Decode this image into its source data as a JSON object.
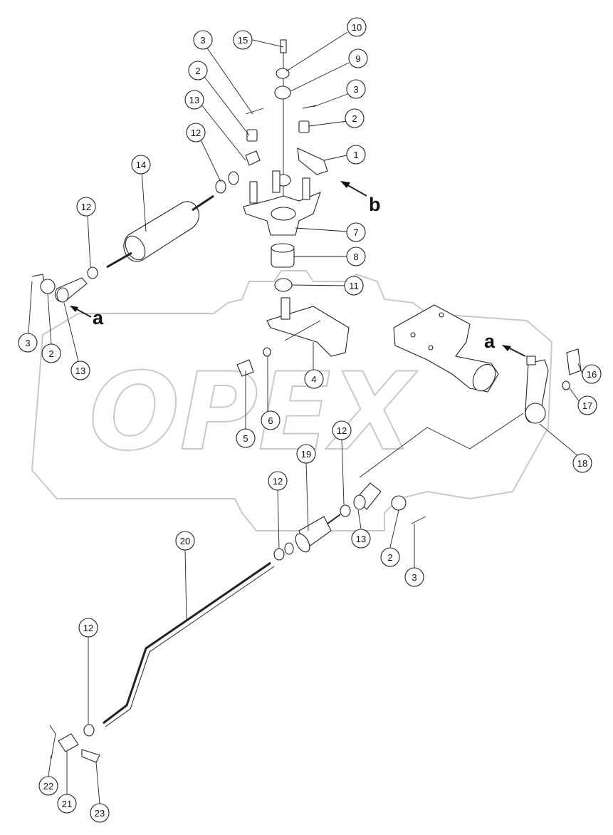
{
  "watermark": {
    "text": "OPEX"
  },
  "view_labels": [
    "a",
    "a",
    "b"
  ],
  "callouts": [
    "15",
    "10",
    "3",
    "9",
    "2",
    "3",
    "2",
    "13",
    "1",
    "12",
    "14",
    "7",
    "12",
    "8",
    "11",
    "3",
    "2",
    "13",
    "4",
    "a",
    "16",
    "5",
    "6",
    "17",
    "18",
    "12",
    "19",
    "12",
    "13",
    "2",
    "20",
    "3",
    "12",
    "22",
    "21",
    "23"
  ]
}
